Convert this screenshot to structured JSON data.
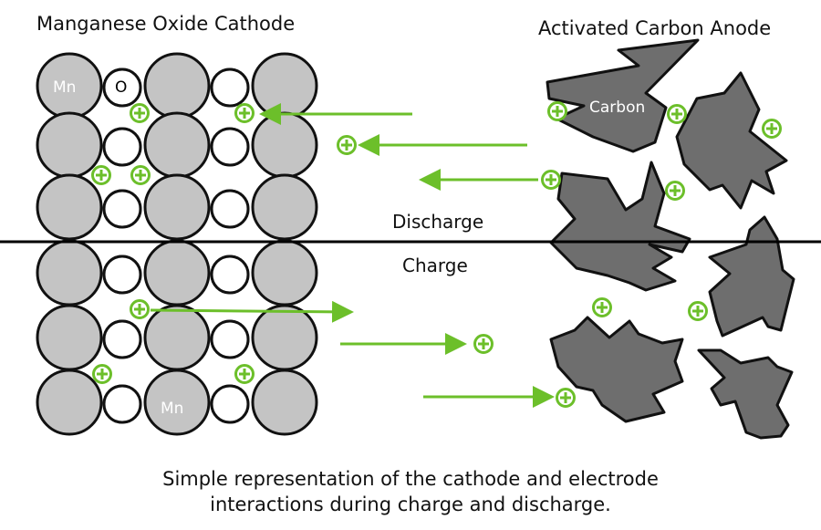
{
  "cathode_title": "Manganese Oxide Cathode",
  "anode_title": "Activated Carbon Anode",
  "discharge_label": "Discharge",
  "charge_label": "Charge",
  "caption_line1": "Simple representation of the cathode and electrode",
  "caption_line2": "interactions during charge and discharge.",
  "mn_label_top": "Mn",
  "o_label": "O",
  "carbon_label": "Carbon",
  "mn_label_bottom": "Mn",
  "colors": {
    "ion_green": "#6cbf2a",
    "large_atom_fill": "#c4c4c4",
    "carbon_fill": "#6e6e6e",
    "outline": "#111111",
    "divider": "#000000"
  },
  "icons": {
    "ion": "circled-plus"
  }
}
